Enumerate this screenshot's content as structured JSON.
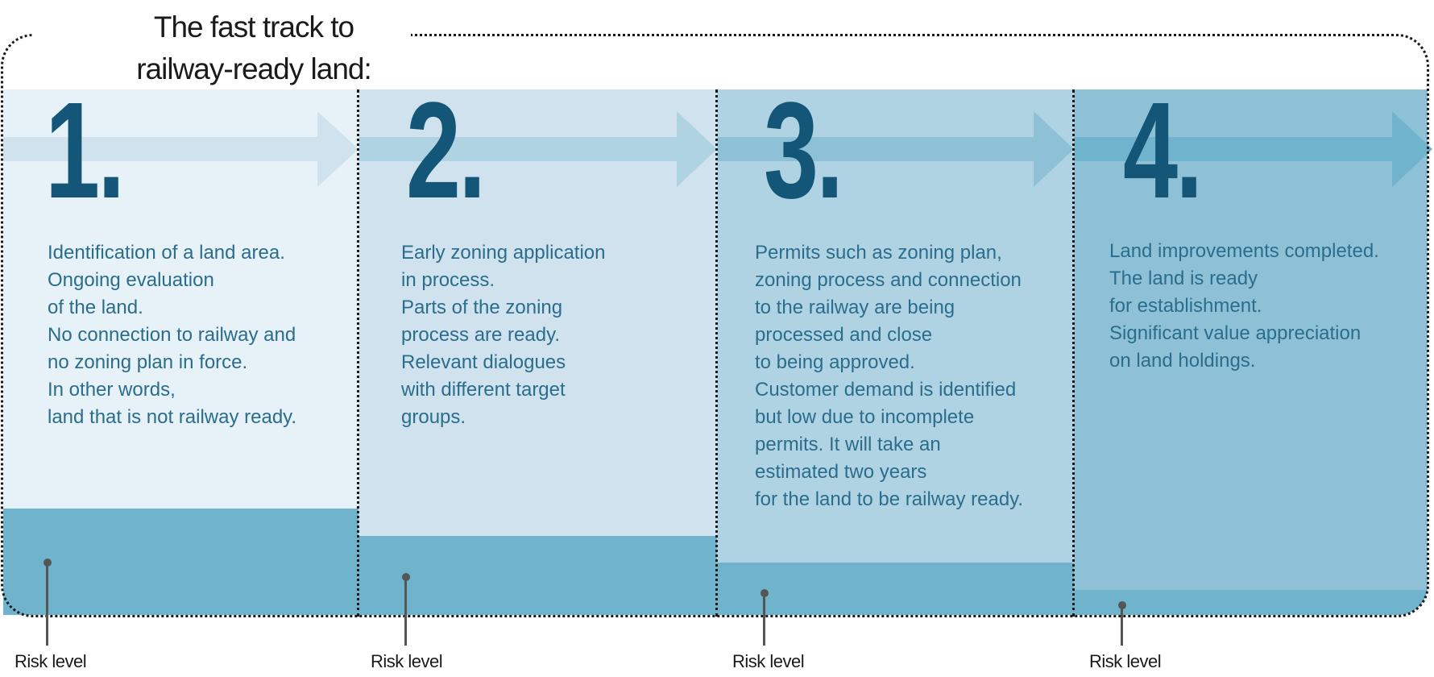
{
  "title": {
    "line1": "The fast track to",
    "line2": "railway-ready land:"
  },
  "colors": {
    "panel_1": "#e6f1f8",
    "panel_2": "#cfe2ed",
    "panel_3": "#b0d3e3",
    "panel_4": "#8ec1d6",
    "risk_fill": "#6fb3cd",
    "number_color": "#135677",
    "text_color": "#2a6d8c",
    "arrow_1": "#cfe2ed",
    "arrow_2": "#b0d3e3",
    "arrow_3": "#8ec1d6",
    "arrow_4": "#6fb3cd"
  },
  "stages": [
    {
      "number": "1.",
      "description": "Identification of a land area.\nOngoing evaluation\nof the land.\nNo connection to railway and\nno zoning plan in force.\nIn other words,\nland that is not railway ready.",
      "risk_label": "Risk level"
    },
    {
      "number": "2.",
      "description": "Early zoning application\nin process.\nParts of the zoning\nprocess are ready.\nRelevant dialogues\nwith different target\ngroups.",
      "risk_label": "Risk level"
    },
    {
      "number": "3.",
      "description": "Permits such as zoning plan,\nzoning process and connection\nto the railway are being\nprocessed and close\nto being approved.\nCustomer demand is identified\nbut low due to incomplete\npermits. It will take an\nestimated two years\nfor the land to be railway ready.",
      "risk_label": "Risk level"
    },
    {
      "number": "4.",
      "description": "Land improvements completed.\nThe land is ready\nfor establishment.\nSignificant value appreciation\non land holdings.",
      "risk_label": "Risk level"
    }
  ]
}
